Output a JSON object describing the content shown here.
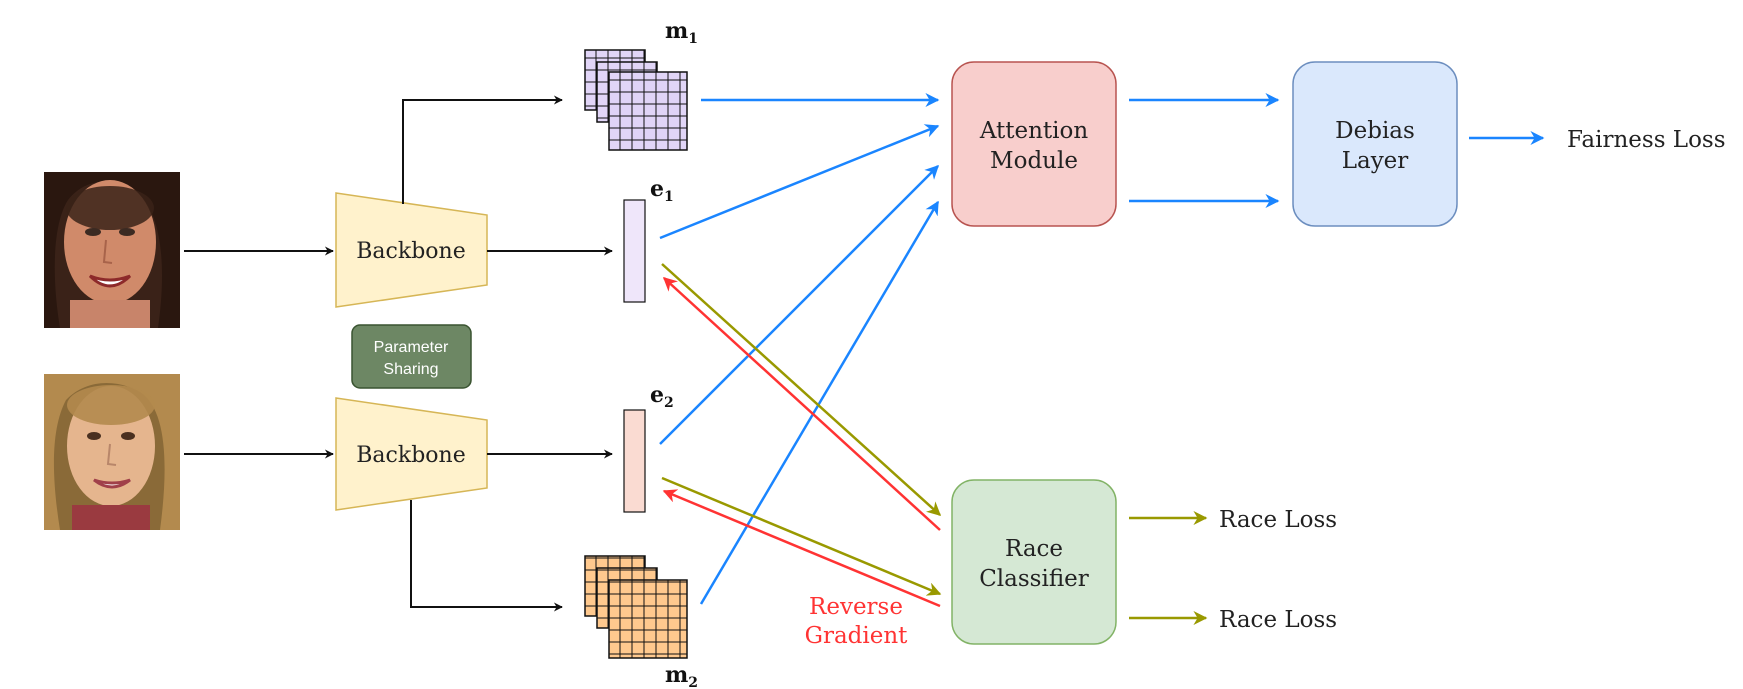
{
  "backbone": {
    "label": "Backbone"
  },
  "parameter_sharing": {
    "line1": "Parameter",
    "line2": "Sharing"
  },
  "feature_maps": {
    "m1": "m",
    "m1_sub": "1",
    "m2": "m",
    "m2_sub": "2"
  },
  "embeddings": {
    "e1": "e",
    "e1_sub": "1",
    "e2": "e",
    "e2_sub": "2"
  },
  "attention": {
    "line1": "Attention",
    "line2": "Module"
  },
  "debias": {
    "line1": "Debias",
    "line2": "Layer"
  },
  "classifier": {
    "line1": "Race",
    "line2": "Classifier"
  },
  "outputs": {
    "fairness": "Fairness Loss",
    "race1": "Race Loss",
    "race2": "Race Loss"
  },
  "reverse_gradient": {
    "line1": "Reverse",
    "line2": "Gradient"
  },
  "colors": {
    "black": "#111111",
    "blue": "#1a85ff",
    "olive": "#999900",
    "red": "#ff3333",
    "backbone_fill": "#fff2cc",
    "backbone_stroke": "#d6b656",
    "m1_fill": "#e1d5f7",
    "m2_fill": "#ffc98e",
    "e1_fill": "#efe6fa",
    "e2_fill": "#fadbd2",
    "attention_fill": "#f8cecc",
    "attention_stroke": "#b85450",
    "debias_fill": "#dae8fc",
    "debias_stroke": "#6c8ebf",
    "classifier_fill": "#d5e8d4",
    "classifier_stroke": "#82b366",
    "param_fill": "#6d8764"
  },
  "icons": {
    "face1": "smiling-woman-face",
    "face2": "smiling-girl-face"
  }
}
